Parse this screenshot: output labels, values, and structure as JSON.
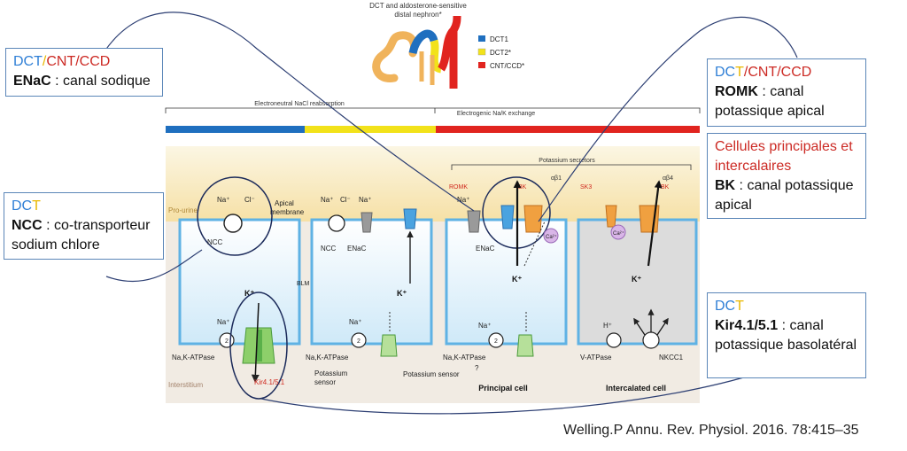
{
  "figure": {
    "nephron_title_line1": "DCT and aldosterone-sensitive",
    "nephron_title_line2": "distal nephron*",
    "legend": [
      {
        "label": "DCT1",
        "color": "#1f6fbf"
      },
      {
        "label": "DCT2*",
        "color": "#f2e21a"
      },
      {
        "label": "CNT/CCD*",
        "color": "#e1241f"
      }
    ],
    "segment_label_1": "Electroneutral NaCl reabsorption",
    "segment_label_2": "Electrogenic Na/K exchange",
    "potassium_secretors": "Potassium secretors",
    "pro_urine": "Pro-urine",
    "interstitium": "Interstitium",
    "apical_membrane_1": "Apical",
    "apical_membrane_2": "membrane",
    "blm": "BLM",
    "na": "Na⁺",
    "cl": "Cl⁻",
    "k": "K⁺",
    "h": "H⁺",
    "ca": "Ca²⁺",
    "ncc": "NCC",
    "enac": "ENaC",
    "romk": "ROMK",
    "bk": "BK",
    "sk3": "SK3",
    "ab1": "αβ1",
    "ab4": "αβ4",
    "nak_atpase": "Na,K-ATPase",
    "v_atpase": "V-ATPase",
    "nkcc1": "NKCC1",
    "kir": "Kir4.1/5.1",
    "potassium_sensor_1": "Potassium",
    "potassium_sensor_2": "sensor",
    "potassium_sensor_full": "Potassium sensor",
    "question": "?",
    "principal_cell": "Principal cell",
    "intercalated_cell": "Intercalated cell",
    "pump_num": "2"
  },
  "boxes": {
    "enac": {
      "s1": "DCT",
      "s2": "/",
      "s3": "CNT/CCD",
      "name": "ENaC",
      "desc": " : canal sodique"
    },
    "ncc": {
      "s1": "DC",
      "s2": "T",
      "name": "NCC",
      "desc": " : co-transporteur sodium chlore"
    },
    "romk": {
      "s1": "DC",
      "s2": "T",
      "s3": "/CNT/CCD",
      "name": "ROMK",
      "desc": " : canal potassique apical"
    },
    "bk": {
      "title": "Cellules principales et intercalaires",
      "name": "BK",
      "desc": " : canal potassique apical"
    },
    "kir": {
      "s1": "DC",
      "s2": "T",
      "name": "Kir4.1/5.1",
      "desc": " : canal potassique basolatéral"
    }
  },
  "citation": "Welling.P Annu. Rev. Physiol. 2016. 78:415–35"
}
